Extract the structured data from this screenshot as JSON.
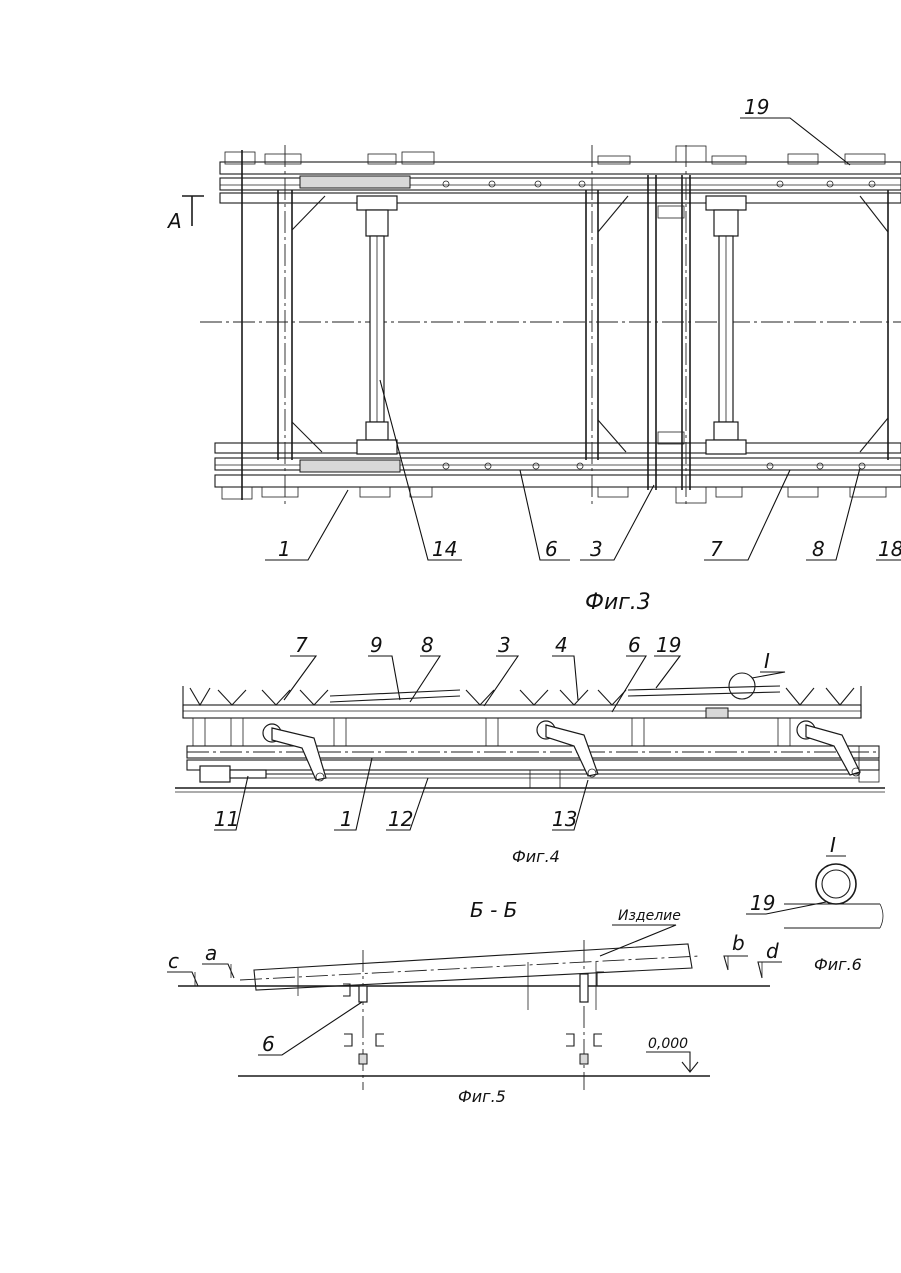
{
  "fig3": {
    "caption": "Фиг.3",
    "section_mark": "А",
    "labels": {
      "l19": "19",
      "l1": "1",
      "l14": "14",
      "l6": "6",
      "l3": "3",
      "l7": "7",
      "l8": "8",
      "l18": "18"
    }
  },
  "fig4": {
    "caption": "Фиг.4",
    "labels": {
      "l7": "7",
      "l9": "9",
      "l8": "8",
      "l3": "3",
      "l4": "4",
      "l6": "6",
      "l19": "19",
      "lI": "I",
      "l11": "11",
      "l1": "1",
      "l12": "12",
      "l13": "13"
    }
  },
  "fig5": {
    "caption": "Фиг.5",
    "section_title": "Б - Б",
    "product_label": "Изделие",
    "level_c": "c",
    "level_a": "a",
    "level_b": "b",
    "level_d": "d",
    "elevation": "0,000",
    "label_6": "6"
  },
  "fig6": {
    "caption": "Фиг.6",
    "detail_mark": "I",
    "label_19": "19"
  }
}
